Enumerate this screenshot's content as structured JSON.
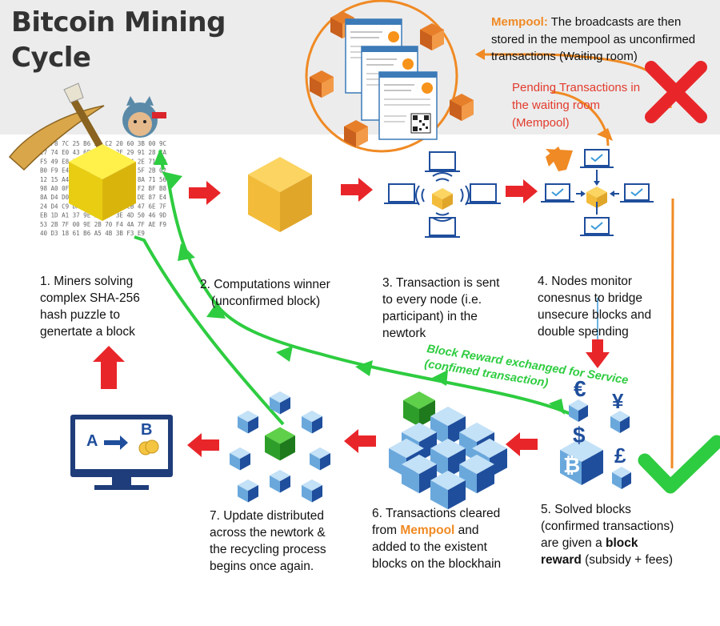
{
  "title": {
    "line1": "Bitcoin Mining",
    "line2": "Cycle"
  },
  "mempool_note": {
    "label": "Mempool:",
    "text": " The broadcasts are then stored in the mempool as unconfirmed transactions (Waiting room)"
  },
  "pending_note": {
    "line1": "Pending Transactions in",
    "line2": "the waiting room",
    "line3": "(Mempool)"
  },
  "steps": {
    "s1": {
      "line1": "1. Miners solving",
      "line2": "complex SHA-256",
      "line3": "hash puzzle to",
      "line4": "genertate a block"
    },
    "s2": {
      "line1": "2. Computations winner",
      "line2": "(unconfirmed block)"
    },
    "s3": {
      "line1": "3. Transaction is sent",
      "line2": "to every node (i.e.",
      "line3": "participant) in the",
      "line4": "newtork"
    },
    "s4": {
      "line1": "4. Nodes monitor",
      "line2": "conesnus to bridge",
      "line3": "unsecure blocks and",
      "line4": "double spending"
    },
    "s5": {
      "line1": "5. Solved blocks",
      "line2": "(confirmed transactions)",
      "line3a": "are given a ",
      "line3b": "block",
      "line4a": "reward",
      "line4b": " (subsidy + fees)"
    },
    "s6": {
      "line1": "6. Transactions cleared",
      "line2a": "from ",
      "line2b": "Mempool",
      "line2c": " and",
      "line3": "added to the existent",
      "line4": "blocks on the blockhain"
    },
    "s7": {
      "line1": "7. Update distributed",
      "line2": "across the newtork &",
      "line3": "the recycling process",
      "line4": "begins once again."
    }
  },
  "reward_label": {
    "line1": "Block Reward exchanged for Service",
    "line2": "(confimed transaction)"
  },
  "monitor_labels": {
    "a": "A",
    "b": "B"
  },
  "currency_symbols": {
    "euro": "€",
    "yen": "¥",
    "dollar": "$",
    "pound": "£",
    "bitcoin": "₿"
  },
  "hash_text": "76 F8 7C 25 B6 5C C2 20 60 3B 00 9C 27 74 E0 43 6B C6 0D 2F 29 91 28 4A F5 49 E8 FB 8A 14 8F F2 64 2E 71 30 B0 F9 E4 B4 F6 38 DF DD 3B 5F 2B 02 12 15 A4 65 F4 11 4F 85 21 8A 71 56 98 A0 0F 32 DE 0F 6F 1B 53 F2 BF B8 8A D4 D0 2B FA 35 1E C1 12 DE 87 E4 24 D4 C9 DA E4 A6 40 84 CB 47 6E 7F EB 1D A1 37 9E D3 9F 3E 4D 50 46 9D 53 2B 7F 00 9E 2B 70 F4 4A 7F AE F9 40 D3 18 61 B6 A5 4B 3B F3 E9",
  "colors": {
    "green": "#2ecc40",
    "red": "#e8262a",
    "orange": "#f08a24",
    "blue": "#1f4e9c",
    "gold": "#f4c542",
    "lightblue": "#a9d2f2"
  },
  "icons": [
    "pickaxe-icon",
    "miner-cat-icon",
    "bitcoin-icon",
    "laptop-icon",
    "red-x-icon",
    "green-check-icon",
    "qr-code-icon",
    "coin-icon"
  ]
}
